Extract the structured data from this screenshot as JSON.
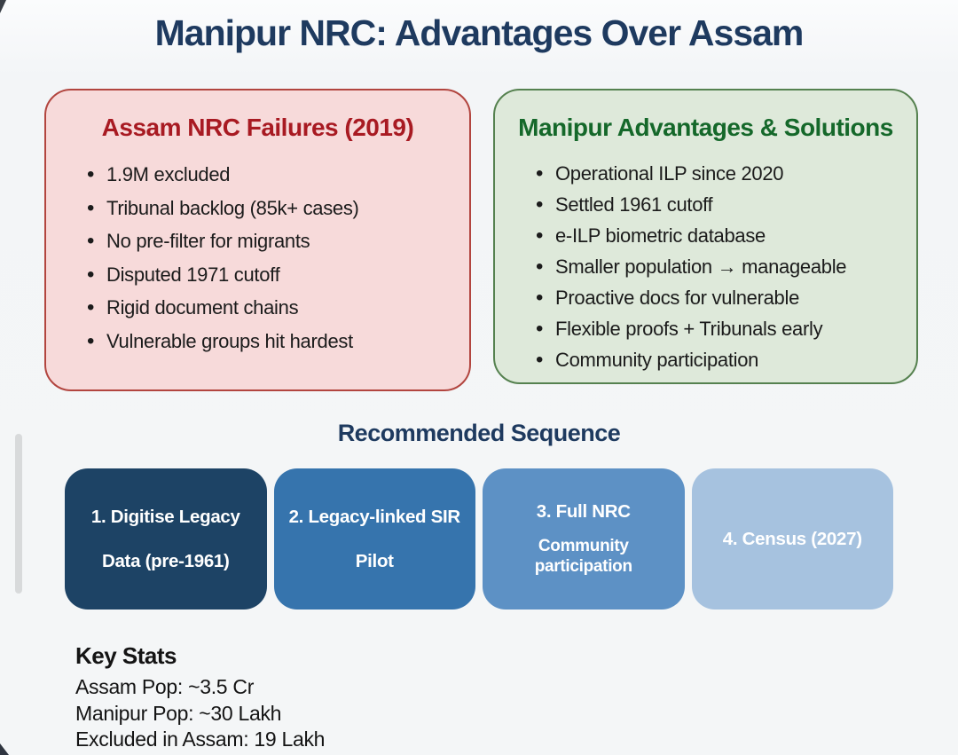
{
  "page": {
    "title": "Manipur NRC: Advantages Over Assam"
  },
  "colors": {
    "title_navy": "#1e3a5f",
    "assam_heading_red": "#a81a22",
    "assam_card_bg": "#f7dada",
    "assam_card_border": "#b2453f",
    "manipur_heading_green": "#15682a",
    "manipur_card_bg": "#dee9da",
    "manipur_card_border": "#55814f",
    "step_colors": [
      "#1d4365",
      "#3674ad",
      "#5d91c5",
      "#a6c2df"
    ]
  },
  "cards": {
    "assam": {
      "title": "Assam NRC Failures (2019)",
      "items": [
        "1.9M excluded",
        "Tribunal backlog (85k+ cases)",
        "No pre-filter for migrants",
        "Disputed 1971 cutoff",
        "Rigid document chains",
        "Vulnerable groups hit hardest"
      ]
    },
    "manipur": {
      "title": "Manipur Advantages & Solutions",
      "items": [
        "Operational ILP since 2020",
        "Settled 1961 cutoff",
        "e-ILP biometric database",
        "Smaller population → manageable",
        "Proactive docs for vulnerable",
        "Flexible proofs + Tribunals early",
        "Community participation"
      ]
    }
  },
  "sequence": {
    "title": "Recommended Sequence",
    "steps": [
      {
        "line1": "1. Digitise Legacy",
        "line2": "Data (pre-1961)",
        "color": "#1d4365"
      },
      {
        "line1": "2. Legacy-linked SIR",
        "line2": "Pilot",
        "color": "#3674ad"
      },
      {
        "line1": "3. Full NRC",
        "line2": "Community participation",
        "color": "#5d91c5"
      },
      {
        "line1": "4. Census (2027)",
        "line2": "",
        "color": "#a6c2df"
      }
    ]
  },
  "key_stats": {
    "title": "Key Stats",
    "lines": [
      "Assam Pop: ~3.5 Cr",
      "Manipur Pop: ~30 Lakh",
      "Excluded in Assam: 19 Lakh"
    ]
  }
}
